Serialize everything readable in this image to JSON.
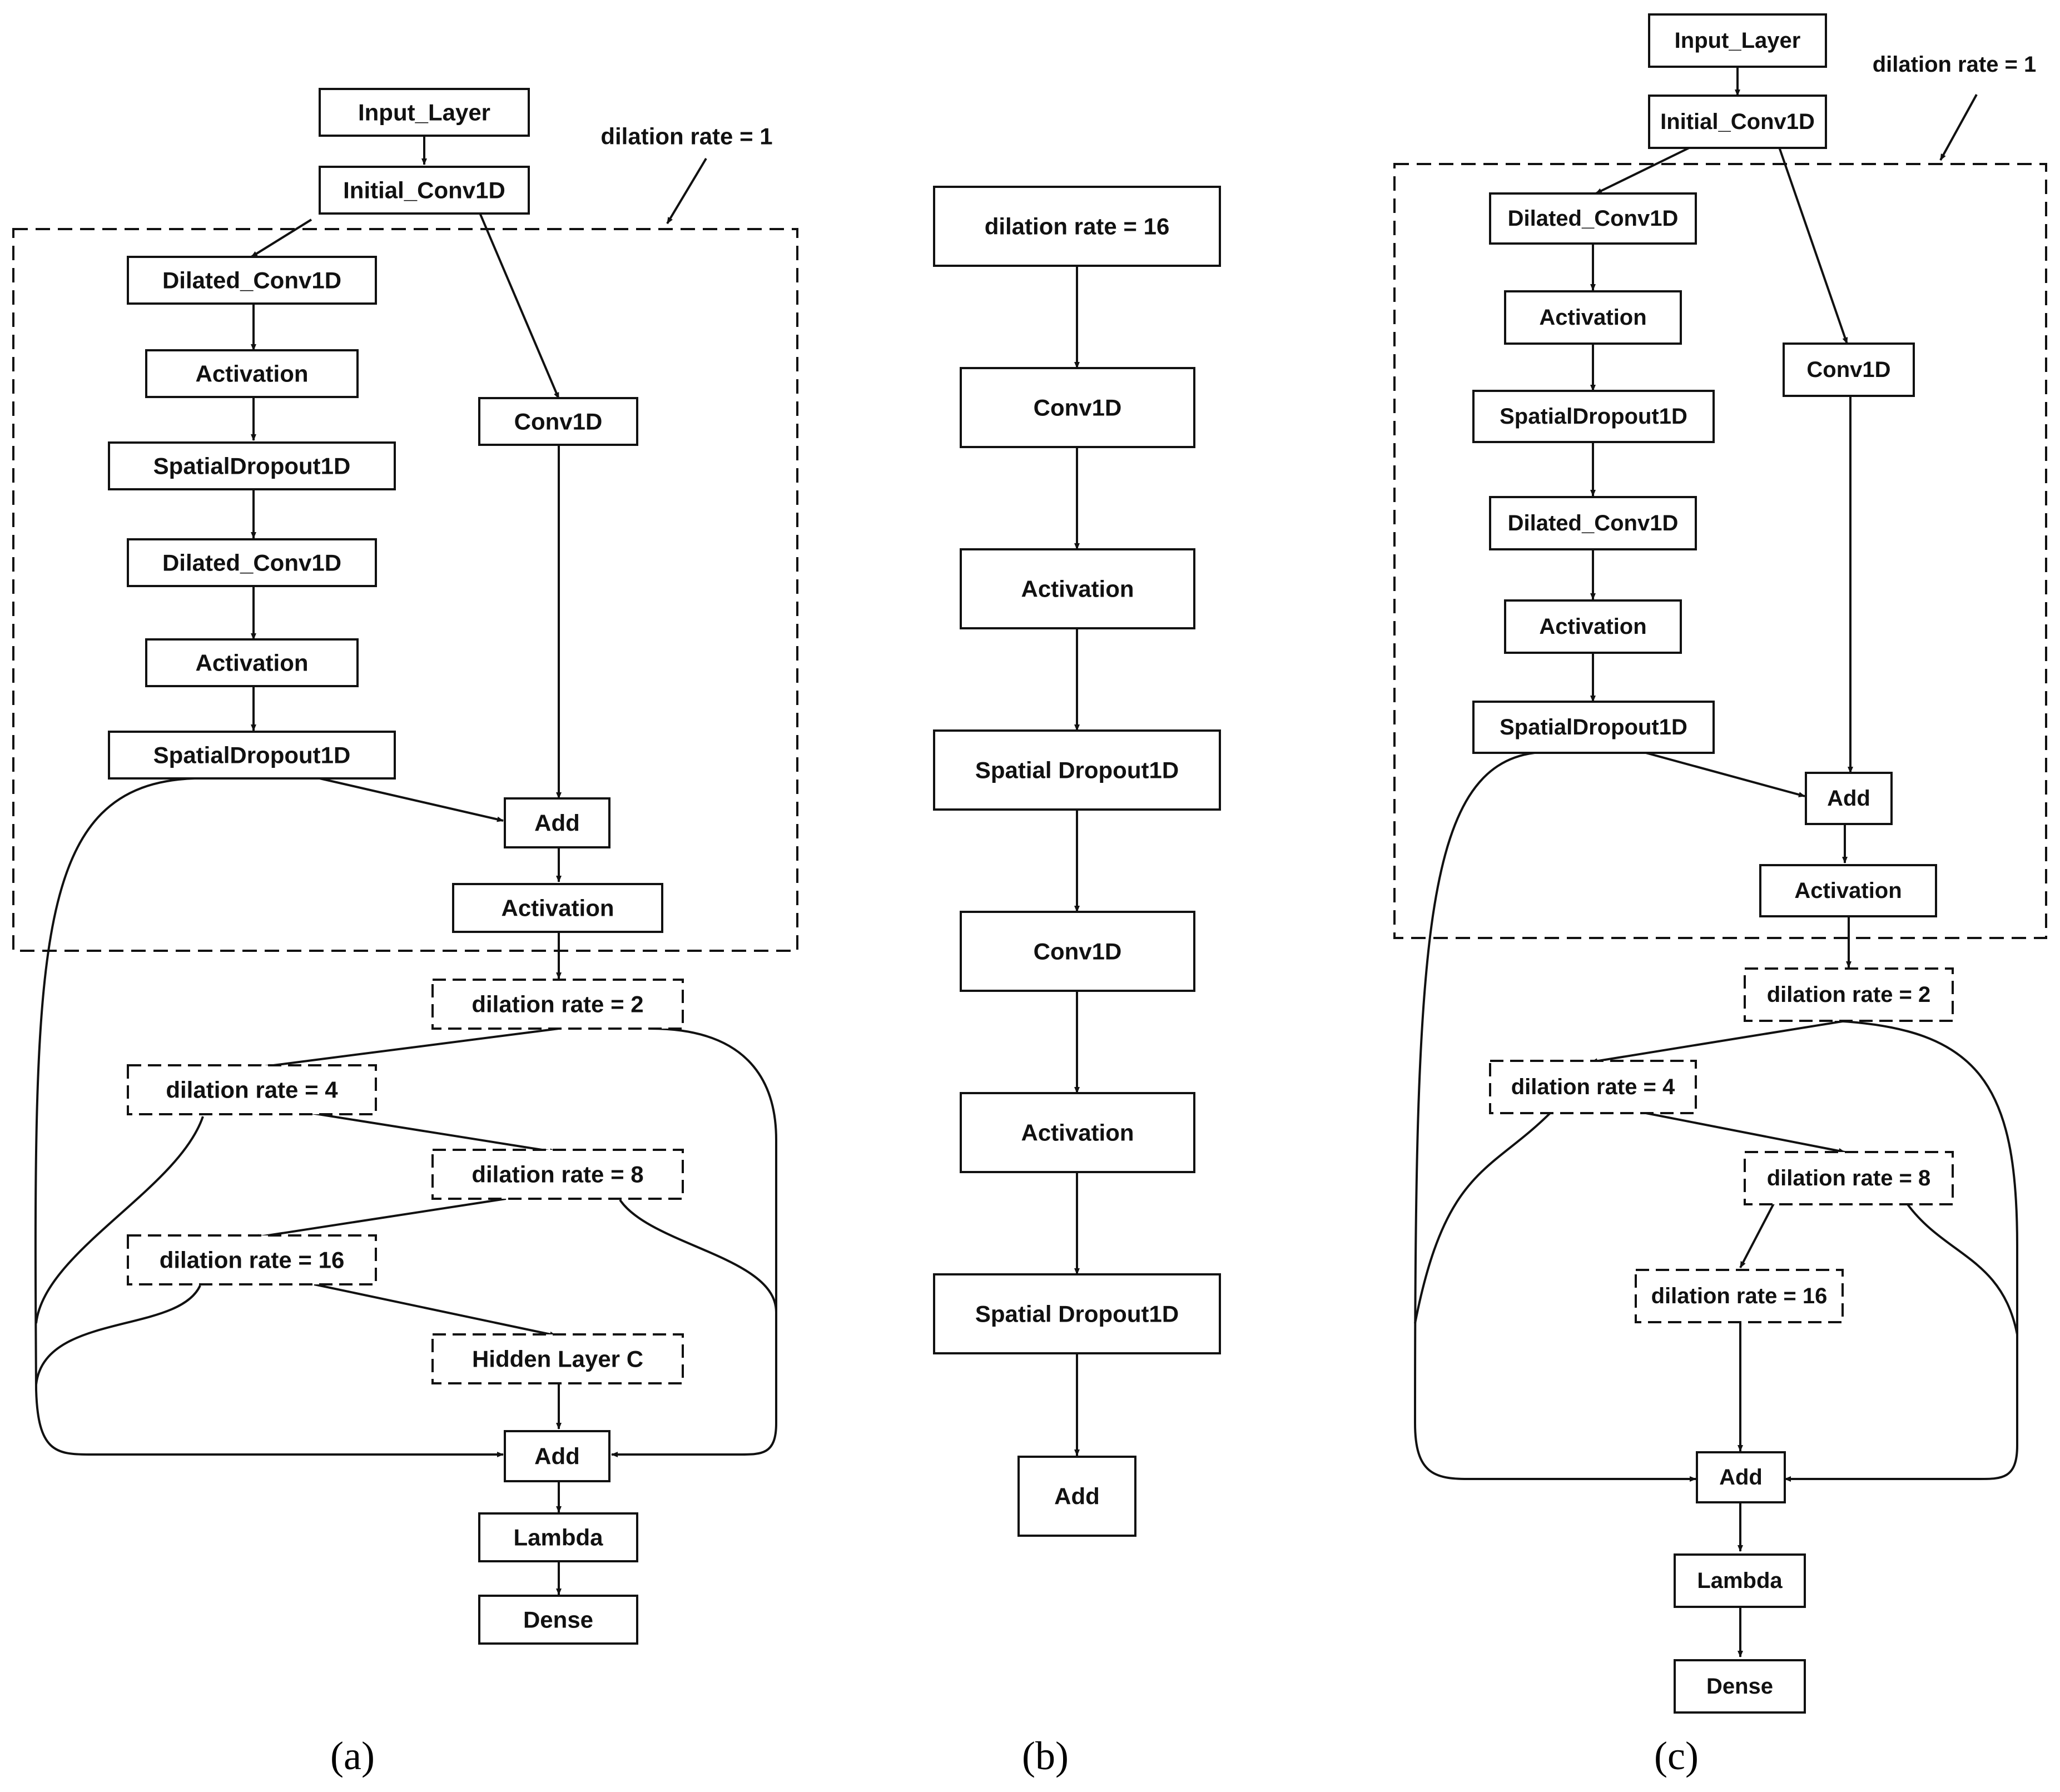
{
  "panels": {
    "a": {
      "caption": "(a)",
      "dilation_note": "dilation rate = 1",
      "nodes": {
        "input": "Input_Layer",
        "initial_conv": "Initial_Conv1D",
        "dil_conv1": "Dilated_Conv1D",
        "act1": "Activation",
        "drop1": "SpatialDropout1D",
        "dil_conv2": "Dilated_Conv1D",
        "act2": "Activation",
        "drop2": "SpatialDropout1D",
        "conv": "Conv1D",
        "add1": "Add",
        "act3": "Activation",
        "dr2": "dilation rate = 2",
        "dr4": "dilation rate = 4",
        "dr8": "dilation rate = 8",
        "dr16": "dilation rate = 16",
        "hidden": "Hidden Layer C",
        "add2": "Add",
        "lambda": "Lambda",
        "dense": "Dense"
      }
    },
    "b": {
      "caption": "(b)",
      "nodes": {
        "dr16": "dilation rate = 16",
        "conv1": "Conv1D",
        "act1": "Activation",
        "drop1": "Spatial Dropout1D",
        "conv2": "Conv1D",
        "act2": "Activation",
        "drop2": "Spatial Dropout1D",
        "add": "Add"
      }
    },
    "c": {
      "caption": "(c)",
      "dilation_note": "dilation rate = 1",
      "nodes": {
        "input": "Input_Layer",
        "initial_conv": "Initial_Conv1D",
        "dil_conv1": "Dilated_Conv1D",
        "act1": "Activation",
        "drop1": "SpatialDropout1D",
        "dil_conv2": "Dilated_Conv1D",
        "act2": "Activation",
        "drop2": "SpatialDropout1D",
        "conv": "Conv1D",
        "add1": "Add",
        "act3": "Activation",
        "dr2": "dilation rate = 2",
        "dr4": "dilation rate = 4",
        "dr8": "dilation rate = 8",
        "dr16": "dilation rate = 16",
        "add2": "Add",
        "lambda": "Lambda",
        "dense": "Dense"
      }
    }
  }
}
